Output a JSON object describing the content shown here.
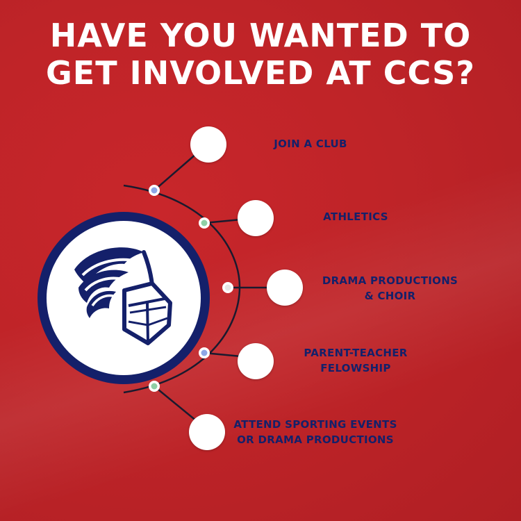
{
  "title": {
    "line1": "HAVE YOU WANTED TO",
    "line2": "GET INVOLVED AT CCS?"
  },
  "logo": {
    "icon": "knight-helmet-icon"
  },
  "items": [
    {
      "line1": "JOIN A CLUB",
      "line2": "",
      "color": "#a3bdf2"
    },
    {
      "line1": "ATHLETICS",
      "line2": "",
      "color": "#e6e6e6"
    },
    {
      "line1": "DRAMA PRODUCTIONS",
      "line2": "& CHOIR",
      "color": "#a3bdf2"
    },
    {
      "line1": "PARENT-TEACHER",
      "line2": "FELOWSHIP",
      "color": "#e6e6e6"
    },
    {
      "line1": "ATTEND SPORTING EVENTS",
      "line2": "OR DRAMA PRODUCTIONS",
      "color": "#a3bdf2"
    }
  ],
  "colors": {
    "background": "#c8262b",
    "navy": "#14206a",
    "pill_blue": "#a3bdf2",
    "pill_gray": "#e6e6e6",
    "dot_blue": "#8ea6e6",
    "dot_green": "#8fcfa6"
  }
}
